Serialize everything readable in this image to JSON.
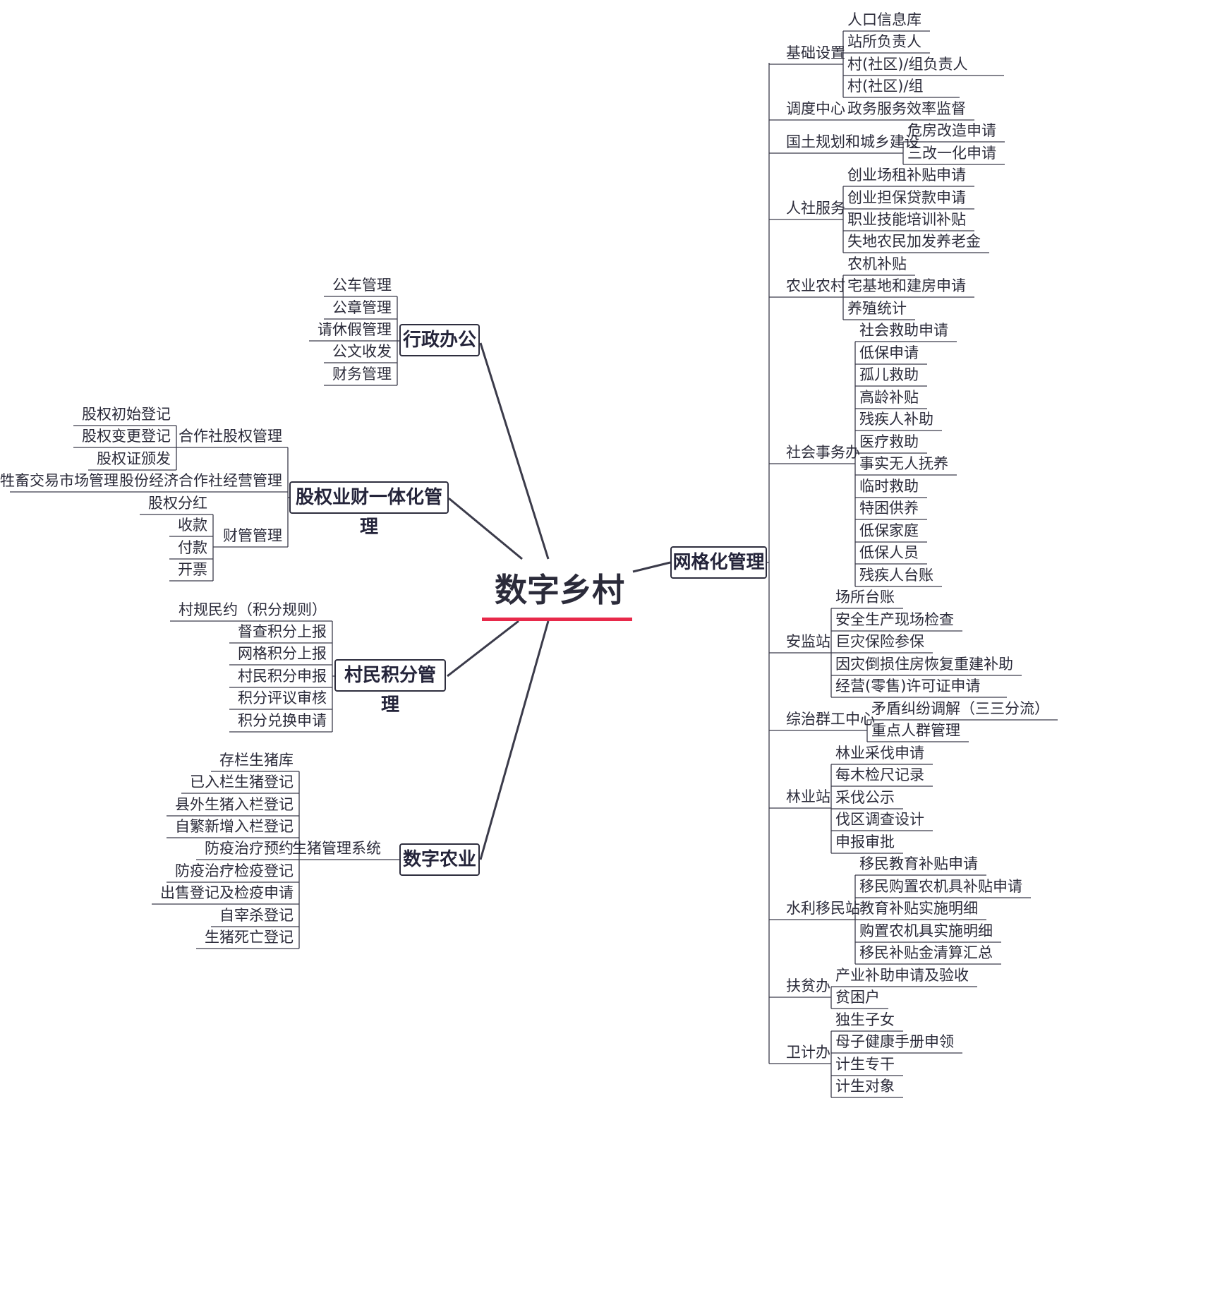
{
  "root": "数字乡村",
  "admin": {
    "title": "行政办公",
    "items": [
      "公车管理",
      "公章管理",
      "请休假管理",
      "公文收发",
      "财务管理"
    ]
  },
  "equity": {
    "title": "股权业财一体化管理",
    "coop": {
      "label": "合作社股权管理",
      "items": [
        "股权初始登记",
        "股权变更登记",
        "股权证颁发"
      ]
    },
    "econ": {
      "label": "股份经济合作社经营管理",
      "items": [
        "牲畜交易市场管理"
      ]
    },
    "finance": {
      "label": "财管管理",
      "items": [
        "股权分红",
        "收款",
        "付款",
        "开票"
      ]
    }
  },
  "points": {
    "title": "村民积分管理",
    "items": [
      "村规民约（积分规则）",
      "督查积分上报",
      "网格积分上报",
      "村民积分申报",
      "积分评议审核",
      "积分兑换申请"
    ]
  },
  "agri": {
    "title": "数字农业",
    "system": "生猪管理系统",
    "items": [
      "存栏生猪库",
      "已入栏生猪登记",
      "县外生猪入栏登记",
      "自繁新增入栏登记",
      "防疫治疗预约",
      "防疫治疗检疫登记",
      "出售登记及检疫申请",
      "自宰杀登记",
      "生猪死亡登记"
    ]
  },
  "grid": {
    "title": "网格化管理",
    "groups": [
      {
        "label": "基础设置",
        "items": [
          "人口信息库",
          "站所负责人",
          "村(社区)/组负责人",
          "村(社区)/组"
        ]
      },
      {
        "label": "调度中心",
        "items": [
          "政务服务效率监督"
        ]
      },
      {
        "label": "国土规划和城乡建设",
        "items": [
          "危房改造申请",
          "三改一化申请"
        ]
      },
      {
        "label": "人社服务",
        "items": [
          "创业场租补贴申请",
          "创业担保贷款申请",
          "职业技能培训补贴",
          "失地农民加发养老金"
        ]
      },
      {
        "label": "农业农村",
        "items": [
          "农机补贴",
          "宅基地和建房申请",
          "养殖统计"
        ]
      },
      {
        "label": "社会事务办",
        "items": [
          "社会救助申请",
          "低保申请",
          "孤儿救助",
          "高龄补贴",
          "残疾人补助",
          "医疗救助",
          "事实无人抚养",
          "临时救助",
          "特困供养",
          "低保家庭",
          "低保人员",
          "残疾人台账"
        ]
      },
      {
        "label": "安监站",
        "items": [
          "场所台账",
          "安全生产现场检查",
          "巨灾保险参保",
          "因灾倒损住房恢复重建补助",
          "经营(零售)许可证申请"
        ]
      },
      {
        "label": "综治群工中心",
        "items": [
          "矛盾纠纷调解（三三分流）",
          "重点人群管理"
        ]
      },
      {
        "label": "林业站",
        "items": [
          "林业采伐申请",
          "每木检尺记录",
          "采伐公示",
          "伐区调查设计",
          "申报审批"
        ]
      },
      {
        "label": "水利移民站",
        "items": [
          "移民教育补贴申请",
          "移民购置农机具补贴申请",
          "教育补贴实施明细",
          "购置农机具实施明细",
          "移民补贴金清算汇总"
        ]
      },
      {
        "label": "扶贫办",
        "items": [
          "产业补助申请及验收",
          "贫困户"
        ]
      },
      {
        "label": "卫计办",
        "items": [
          "独生子女",
          "母子健康手册申领",
          "计生专干",
          "计生对象"
        ]
      }
    ]
  }
}
